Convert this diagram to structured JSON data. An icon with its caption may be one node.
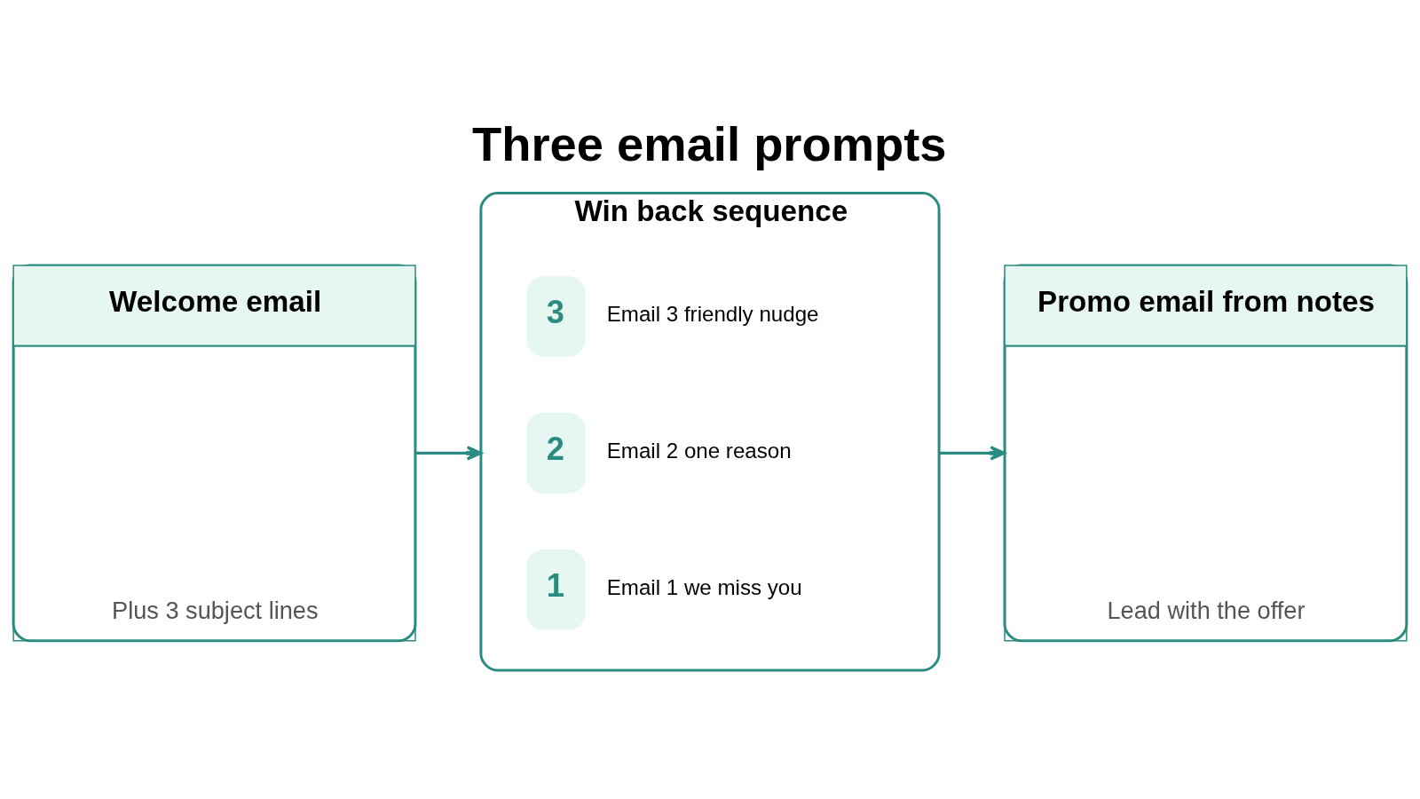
{
  "diagram": {
    "title": "Three email prompts",
    "nodes": [
      {
        "text": [
          "Welcome email",
          "Plus 3 subject lines"
        ]
      },
      {
        "text": [
          "Win back sequence"
        ]
      },
      {
        "text": [
          "1"
        ],
        "in": 1,
        "beside": [
          "Email 1 we miss you"
        ]
      },
      {
        "text": [
          "2"
        ],
        "in": 1,
        "beside": [
          "Email 2 one reason"
        ]
      },
      {
        "text": [
          "3"
        ],
        "in": 1,
        "beside": [
          "Email 3 friendly nudge"
        ]
      },
      {
        "text": [
          "Promo email from notes",
          "Lead with the offer"
        ]
      }
    ],
    "edges": [
      {
        "from": 0,
        "to": 1,
        "arrow": "to"
      },
      {
        "from": 1,
        "to": 5,
        "arrow": "to"
      }
    ]
  }
}
